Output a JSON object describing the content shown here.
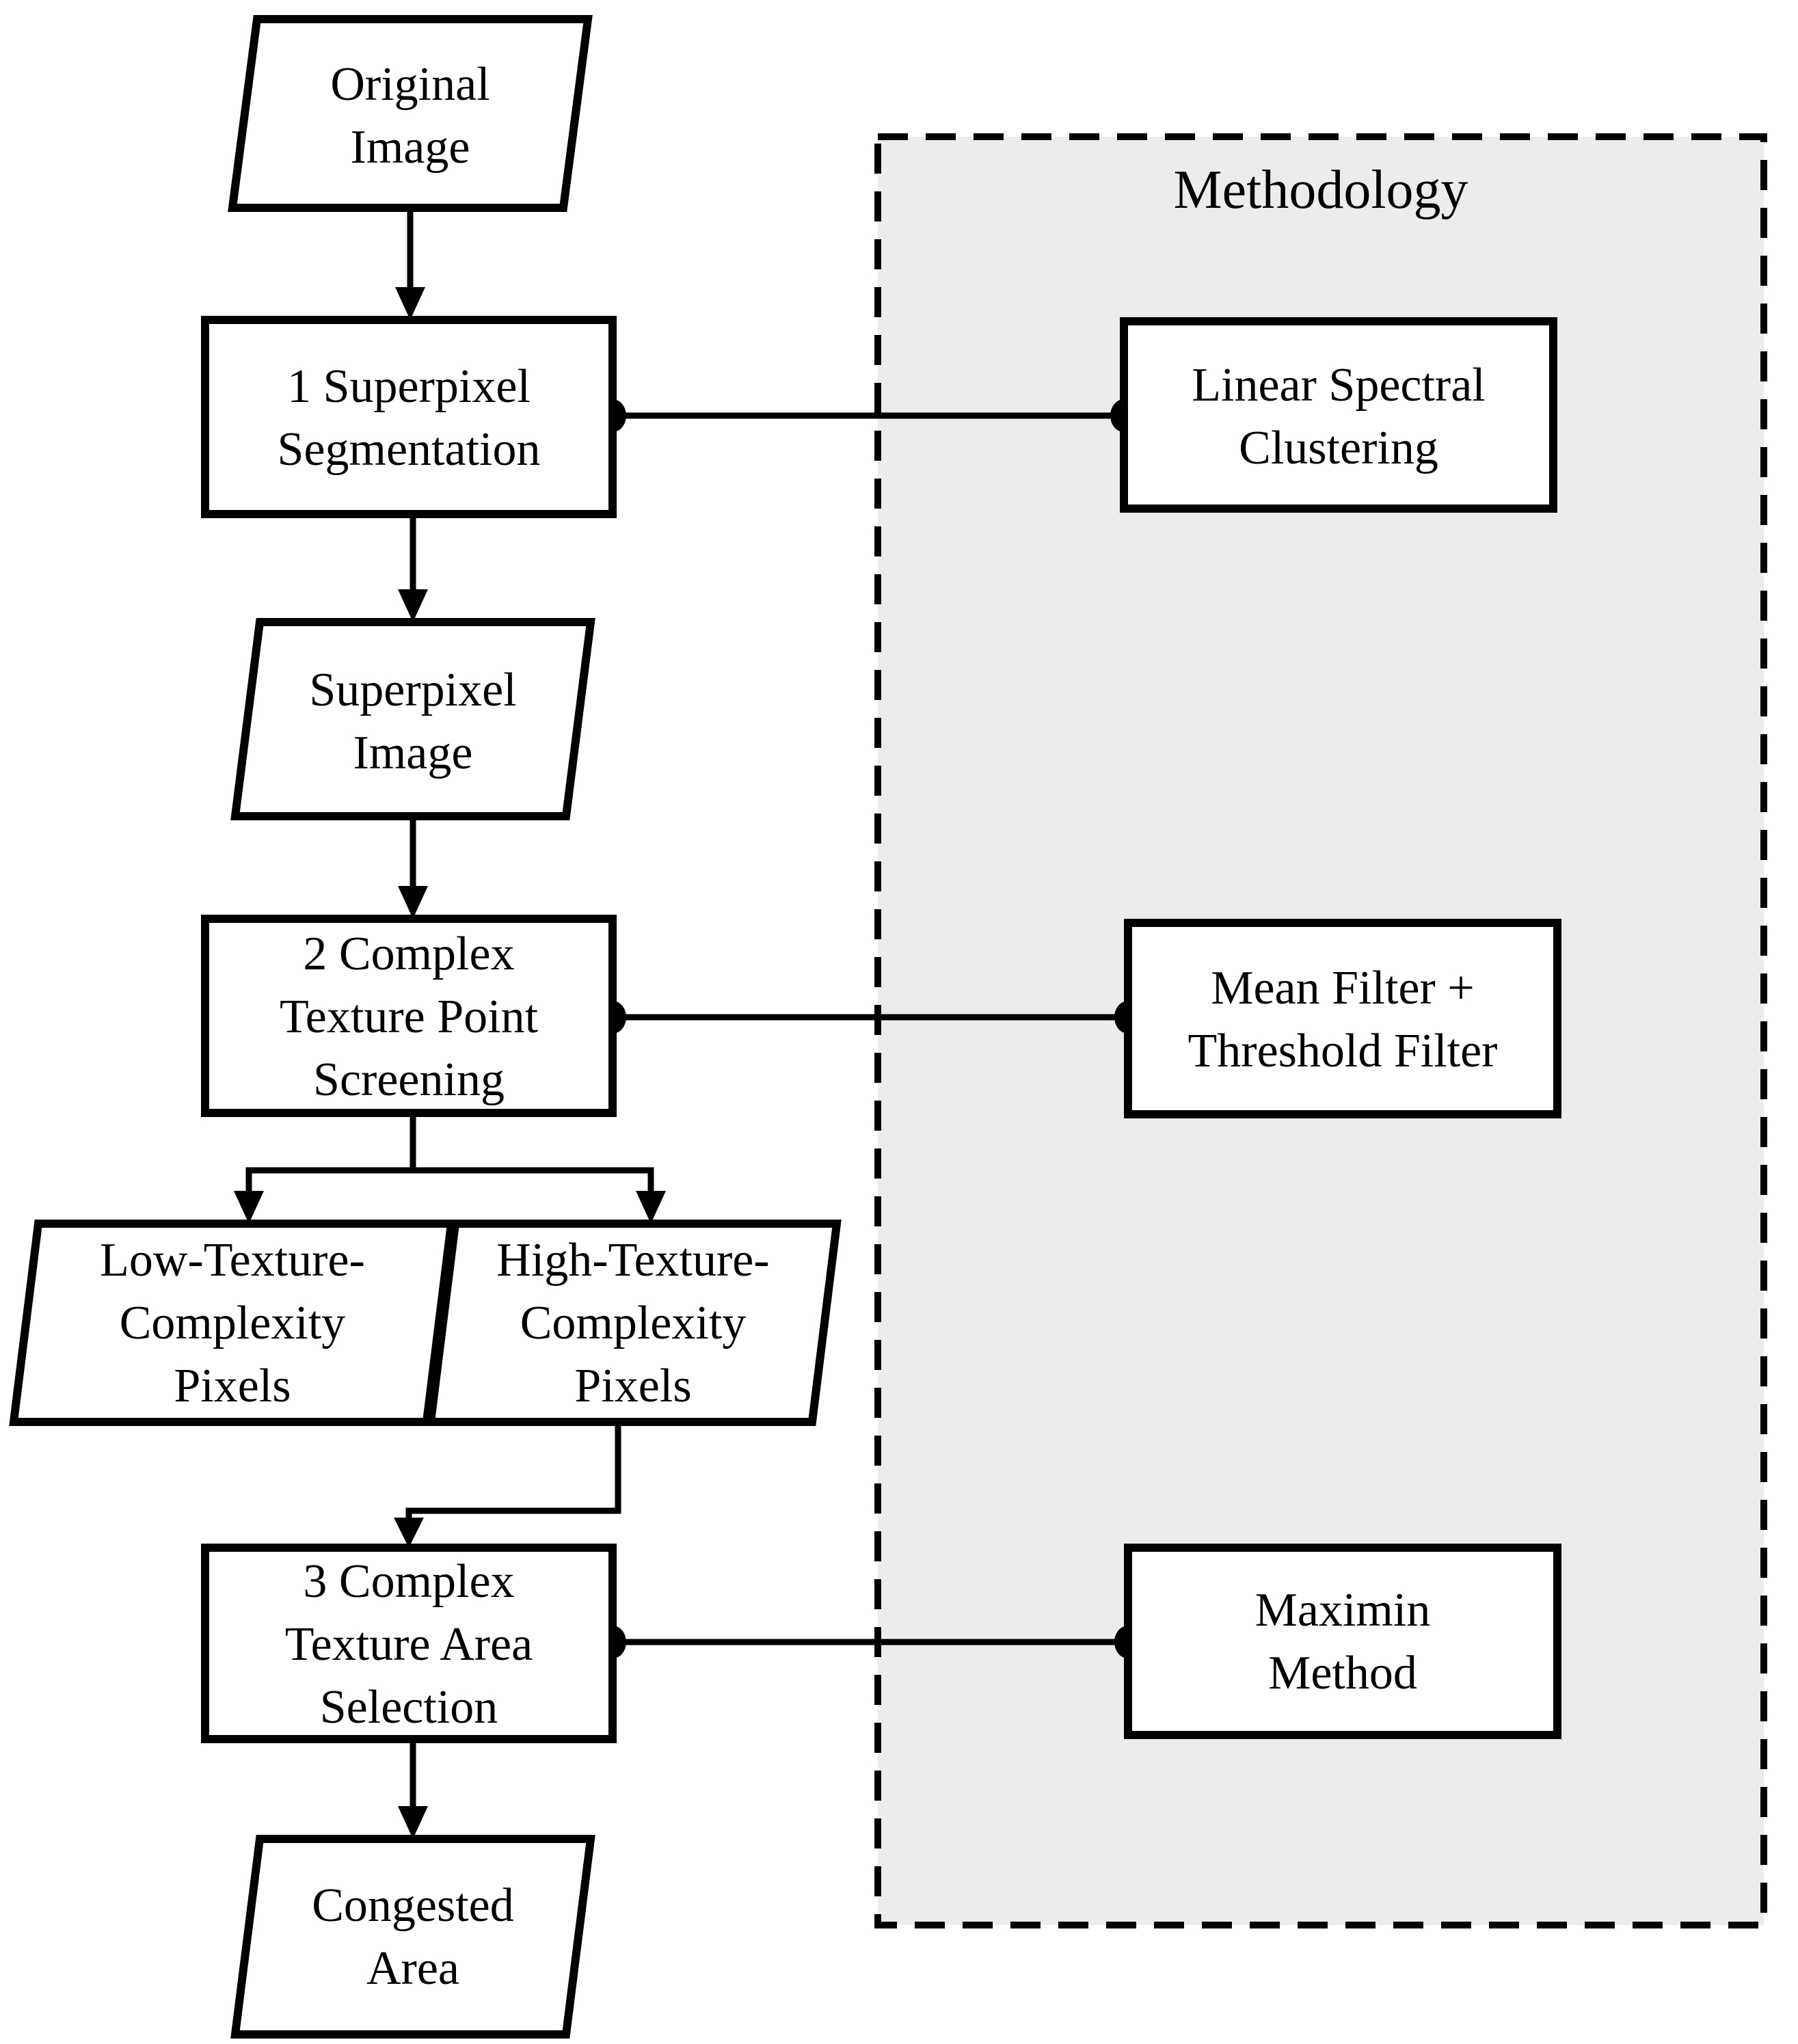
{
  "title": {
    "methodology": "Methodology"
  },
  "colors": {
    "background": "#ffffff",
    "node_fill": "#ffffff",
    "stroke": "#000000",
    "methodology_fill": "#ececec"
  },
  "nodes": {
    "original_image": {
      "shape": "parallelogram",
      "lines": [
        "Original",
        "Image"
      ]
    },
    "superpixel_segmentation": {
      "shape": "process",
      "lines": [
        "1 Superpixel",
        "Segmentation"
      ]
    },
    "linear_spectral_clustering": {
      "shape": "method",
      "lines": [
        "Linear Spectral",
        "Clustering"
      ]
    },
    "superpixel_image": {
      "shape": "parallelogram",
      "lines": [
        "Superpixel",
        "Image"
      ]
    },
    "complex_texture_point_screening": {
      "shape": "process",
      "lines": [
        "2 Complex",
        "Texture Point",
        "Screening"
      ]
    },
    "mean_filter_threshold_filter": {
      "shape": "method",
      "lines": [
        "Mean Filter +",
        "Threshold Filter"
      ]
    },
    "low_texture_complexity_pixels": {
      "shape": "parallelogram",
      "lines": [
        "Low-Texture-",
        "Complexity",
        "Pixels"
      ]
    },
    "high_texture_complexity_pixels": {
      "shape": "parallelogram",
      "lines": [
        "High-Texture-",
        "Complexity",
        "Pixels"
      ]
    },
    "complex_texture_area_selection": {
      "shape": "process",
      "lines": [
        "3 Complex",
        "Texture Area",
        "Selection"
      ]
    },
    "maximin_method": {
      "shape": "method",
      "lines": [
        "Maximin",
        "Method"
      ]
    },
    "congested_area": {
      "shape": "parallelogram",
      "lines": [
        "Congested",
        "Area"
      ]
    }
  }
}
